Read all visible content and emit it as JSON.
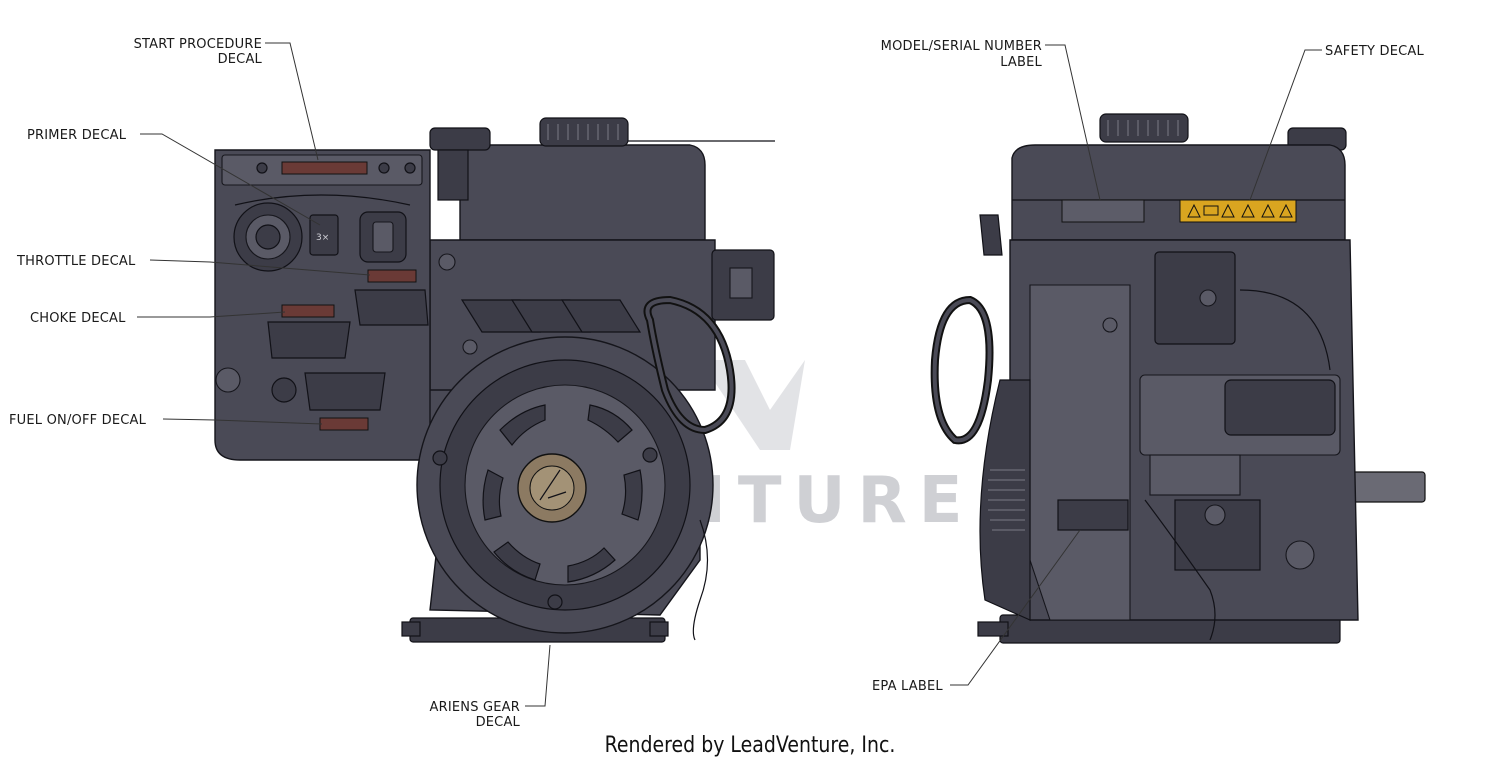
{
  "labels": {
    "start_procedure_l1": "START PROCEDURE",
    "start_procedure_l2": "DECAL",
    "primer": "PRIMER DECAL",
    "throttle": "THROTTLE DECAL",
    "choke": "CHOKE DECAL",
    "fuel": "FUEL ON/OFF DECAL",
    "ariens_l1": "ARIENS GEAR",
    "ariens_l2": "DECAL",
    "model_l1": "MODEL/SERIAL NUMBER",
    "model_l2": "LABEL",
    "safety": "SAFETY DECAL",
    "epa": "EPA LABEL"
  },
  "watermark": "VENTURE",
  "footer": "Rendered by LeadVenture, Inc.",
  "colors": {
    "engine_body": "#4a4a56",
    "engine_dark": "#3c3c47",
    "safety_decal": "#d9a520",
    "decal_red": "#8a3a30"
  }
}
